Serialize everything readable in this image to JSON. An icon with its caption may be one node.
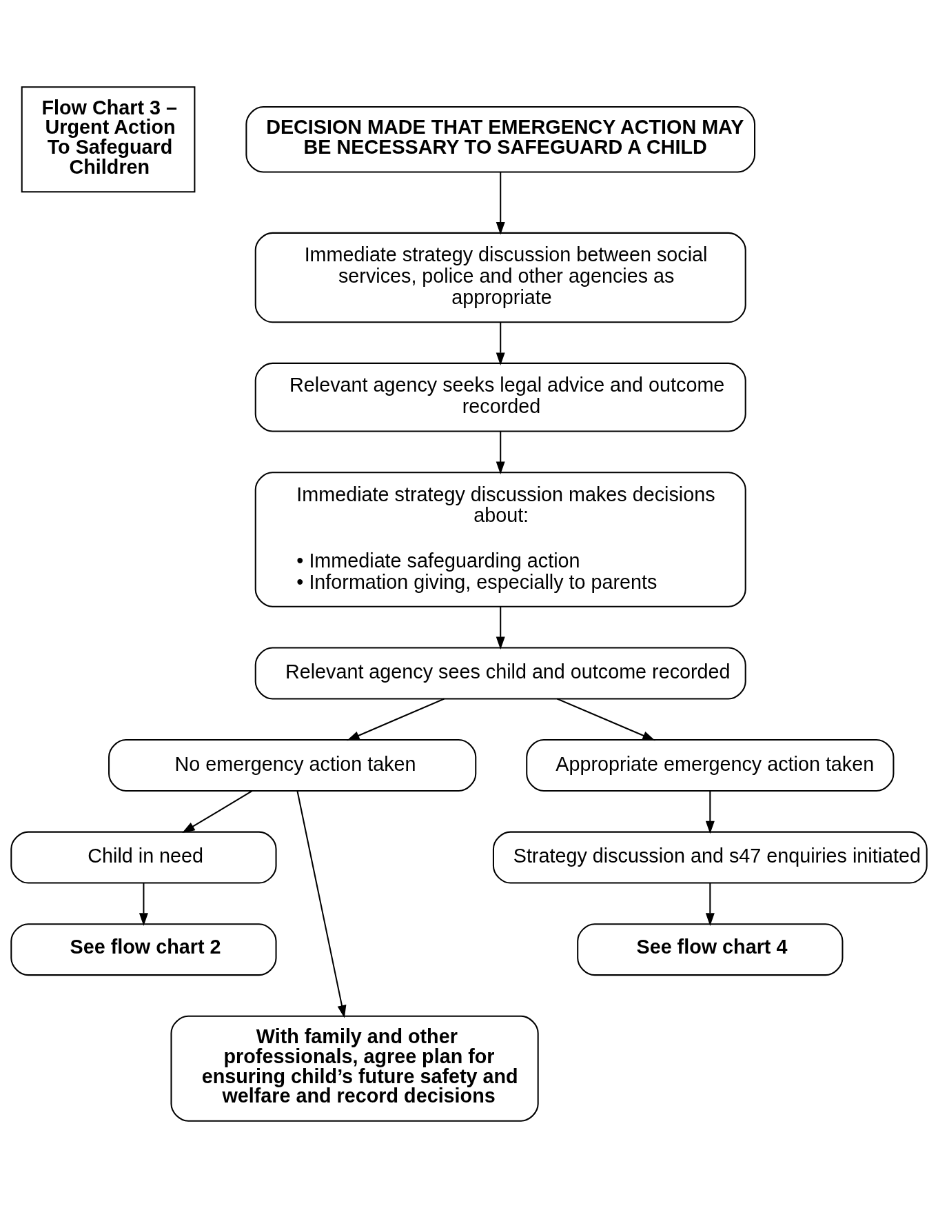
{
  "diagram": {
    "nodes": [
      {
        "text": [
          "Flow Chart 3 – Urgent Action To Safeguard Children"
        ]
      },
      {
        "text": [
          "DECISION MADE THAT EMERGENCY ACTION MAY BE NECESSARY TO SAFEGUARD A CHILD"
        ]
      },
      {
        "text": [
          "Immediate strategy discussion between social services, police and other agencies as appropriate"
        ]
      },
      {
        "text": [
          "Relevant agency seeks legal advice and outcome recorded"
        ]
      },
      {
        "text": [
          "Immediate strategy discussion makes decisions about:",
          "• Immediate safeguarding action",
          "• Information giving, especially to parents"
        ]
      },
      {
        "text": [
          "Relevant agency sees child and outcome recorded"
        ]
      },
      {
        "text": [
          "No emergency action taken"
        ]
      },
      {
        "text": [
          "Appropriate emergency action taken"
        ]
      },
      {
        "text": [
          "Child in need"
        ]
      },
      {
        "text": [
          "Strategy discussion and s47 enquiries initiated"
        ]
      },
      {
        "text": [
          "See flow chart 2"
        ]
      },
      {
        "text": [
          "See flow chart 4"
        ]
      },
      {
        "text": [
          "With family and other professionals, agree plan for ensuring child’s future safety and welfare and record decisions"
        ]
      }
    ],
    "edges": [
      {
        "from": 1,
        "to": 2,
        "arrow": "to"
      },
      {
        "from": 2,
        "to": 3,
        "arrow": "to"
      },
      {
        "from": 3,
        "to": 4,
        "arrow": "to"
      },
      {
        "from": 4,
        "to": 5,
        "arrow": "to"
      },
      {
        "from": 5,
        "to": 6,
        "arrow": "to"
      },
      {
        "from": 5,
        "to": 7,
        "arrow": "to"
      },
      {
        "from": 6,
        "to": 8,
        "arrow": "to"
      },
      {
        "from": 6,
        "to": 12,
        "arrow": "to"
      },
      {
        "from": 7,
        "to": 9,
        "arrow": "to"
      },
      {
        "from": 8,
        "to": 10,
        "arrow": "to"
      },
      {
        "from": 9,
        "to": 11,
        "arrow": "to"
      }
    ]
  }
}
